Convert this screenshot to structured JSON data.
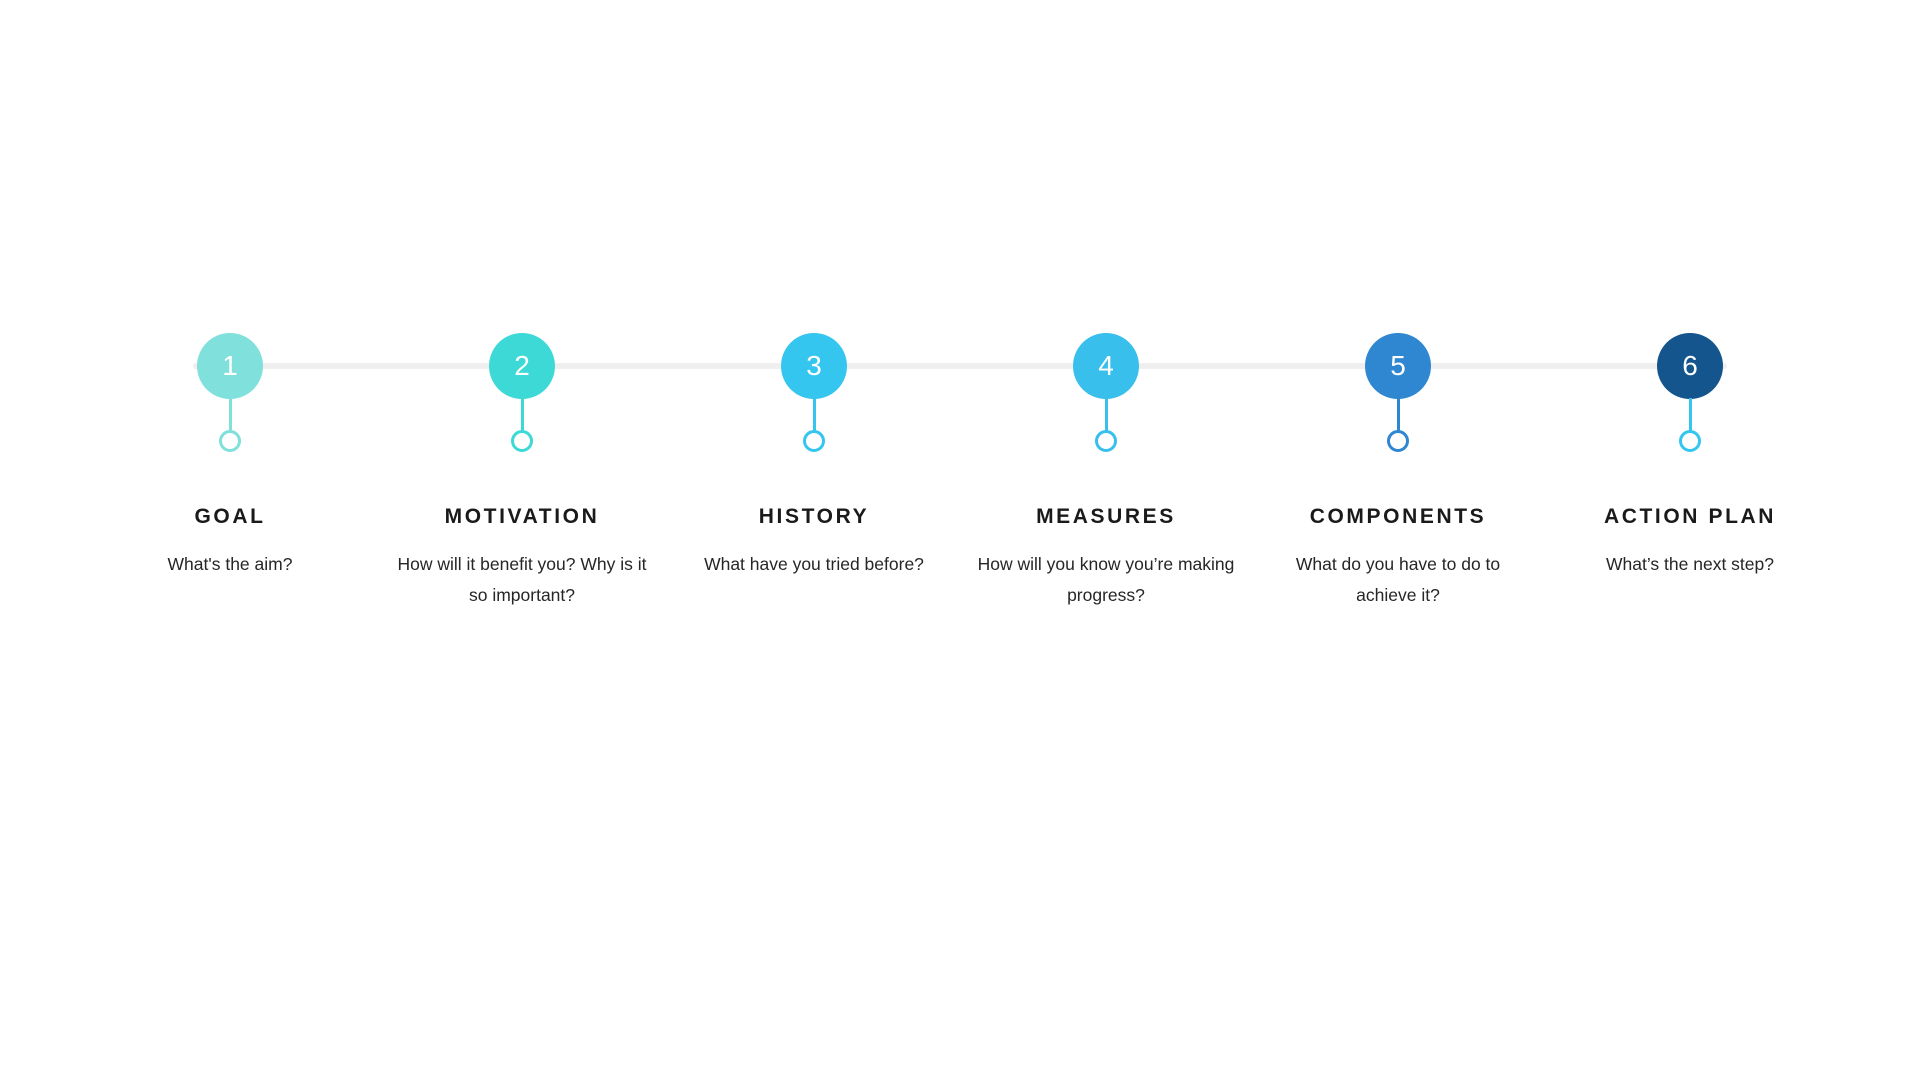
{
  "infographic": {
    "type": "process-timeline",
    "step_count": 6,
    "rail_color": "#efefef",
    "background_color": "#ffffff",
    "steps": [
      {
        "number": "1",
        "title": "GOAL",
        "description": "What's the aim?",
        "color": "#7fe0dc",
        "stem_color": "#7fe0dc",
        "ring_color": "#7fe0dc"
      },
      {
        "number": "2",
        "title": "MOTIVATION",
        "description": "How will it benefit you? Why is it so important?",
        "color": "#3dd9d6",
        "stem_color": "#3dd9d6",
        "ring_color": "#3dd9d6"
      },
      {
        "number": "3",
        "title": "HISTORY",
        "description": "What have you tried before?",
        "color": "#35c6f0",
        "stem_color": "#35c6f0",
        "ring_color": "#35c6f0"
      },
      {
        "number": "4",
        "title": "MEASURES",
        "description": "How will you know you’re making progress?",
        "color": "#38bfec",
        "stem_color": "#38bfec",
        "ring_color": "#38bfec"
      },
      {
        "number": "5",
        "title": "COMPONENTS",
        "description": "What do you have to do to achieve it?",
        "color": "#2e87d0",
        "stem_color": "#2e87d0",
        "ring_color": "#2e87d0"
      },
      {
        "number": "6",
        "title": "ACTION PLAN",
        "description": "What’s the next step?",
        "color": "#13558c",
        "stem_color": "#35c6f0",
        "ring_color": "#35c6f0"
      }
    ]
  }
}
